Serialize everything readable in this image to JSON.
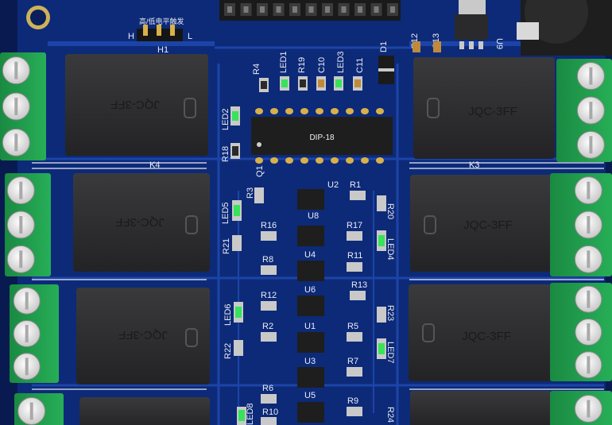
{
  "colors": {
    "pcb": "#0d2a78",
    "pcb_dark": "#081a4f",
    "trace": "#1c44a8",
    "silk": "#e9ecf5",
    "relay": "#2e2e30",
    "terminal": "#1f9a4a",
    "led_green": "#37e35a",
    "pad": "#c9c9c9"
  },
  "header": {
    "title_cn": "高/低电平触发",
    "ref": "H1",
    "left": "H",
    "right": "L"
  },
  "top_refs": {
    "r4": "R4",
    "led1": "LED1",
    "r19": "R19",
    "c10": "C10",
    "led3": "LED3",
    "c11": "C11",
    "d1": "D1",
    "c12": "C12",
    "c13": "C13",
    "u9": "U9"
  },
  "dip": {
    "label": "DIP-18",
    "q1": "Q1"
  },
  "relays": {
    "label": "JQC-3FF",
    "k4": "K4",
    "k3": "K3"
  },
  "left_refs": {
    "led2": "LED2",
    "r18": "R18",
    "r3": "R3",
    "led5": "LED5",
    "r21": "R21",
    "led6": "LED6",
    "r22": "R22",
    "led8": "LED8"
  },
  "center_refs": {
    "u2": "U2",
    "r1": "R1",
    "r20": "R20",
    "u8": "U8",
    "r16": "R16",
    "r17": "R17",
    "led4": "LED4",
    "u4": "U4",
    "r8": "R8",
    "r11": "R11",
    "u6": "U6",
    "r12": "R12",
    "r13": "R13",
    "r23": "R23",
    "u1": "U1",
    "r2": "R2",
    "r5": "R5",
    "led7": "LED7",
    "u3": "U3",
    "r7": "R7",
    "r6": "R6",
    "u5": "U5",
    "r10": "R10",
    "r9": "R9",
    "r24": "R24"
  }
}
